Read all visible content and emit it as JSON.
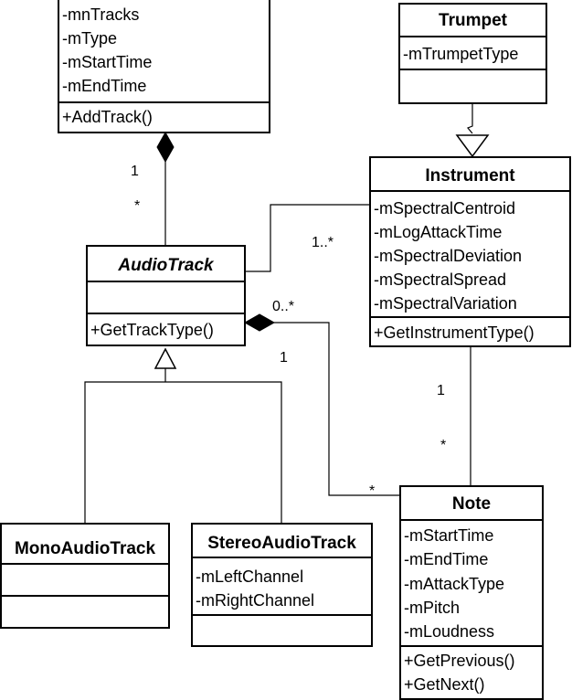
{
  "classes": {
    "track_list": {
      "name": "",
      "attributes": [
        "-mnTracks",
        "-mType",
        "-mStartTime",
        "-mEndTime"
      ],
      "operations": [
        "+AddTrack()"
      ]
    },
    "trumpet": {
      "name": "Trumpet",
      "attributes": [
        "-mTrumpetType"
      ],
      "operations": []
    },
    "instrument": {
      "name": "Instrument",
      "attributes": [
        "-mSpectralCentroid",
        "-mLogAttackTime",
        "-mSpectralDeviation",
        "-mSpectralSpread",
        "-mSpectralVariation"
      ],
      "operations": [
        "+GetInstrumentType()"
      ]
    },
    "audio_track": {
      "name": "AudioTrack",
      "attributes": [],
      "operations": [
        "+GetTrackType()"
      ]
    },
    "mono_audio_track": {
      "name": "MonoAudioTrack",
      "attributes": [],
      "operations": []
    },
    "stereo_audio_track": {
      "name": "StereoAudioTrack",
      "attributes": [
        "-mLeftChannel",
        "-mRightChannel"
      ],
      "operations": []
    },
    "note": {
      "name": "Note",
      "attributes": [
        "-mStartTime",
        "-mEndTime",
        "-mAttackType",
        "-mPitch",
        "-mLoudness"
      ],
      "operations": [
        "+GetPrevious()",
        "+GetNext()"
      ]
    }
  },
  "multiplicities": {
    "composition_whole": "1",
    "composition_part": "*",
    "instrument_audiotrack": "1..*",
    "audiotrack_note_source": "0..*",
    "audiotrack_note_one": "1",
    "instrument_note_one": "1",
    "instrument_note_many": "*",
    "note_many": "*"
  }
}
